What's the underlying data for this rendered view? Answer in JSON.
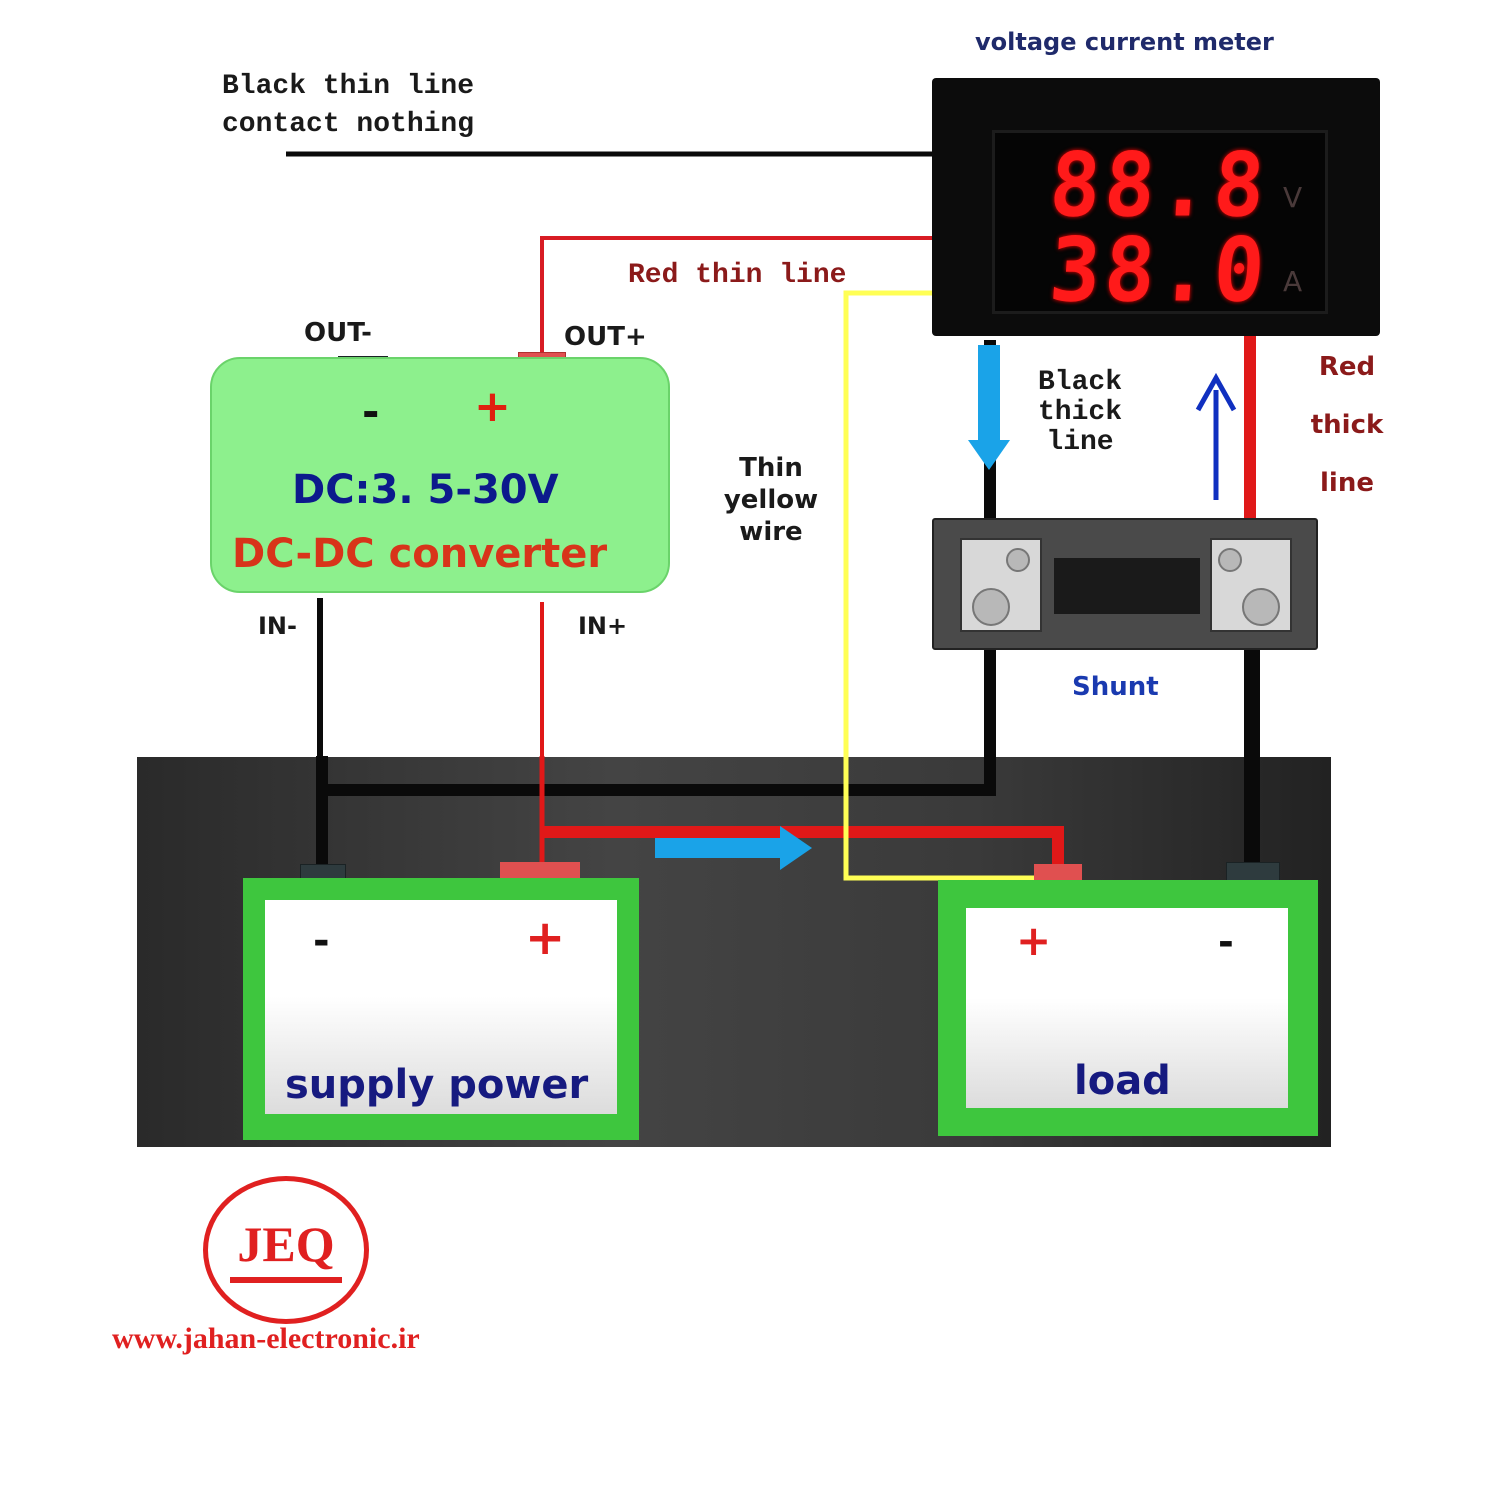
{
  "diagram": {
    "title": "voltage  current meter",
    "meter": {
      "top_reading": "88.8",
      "bottom_reading": "38.0",
      "top_unit": "V",
      "bottom_unit": "A",
      "display_color": "#ff1a1a"
    },
    "labels": {
      "black_thin_line_1": "Black thin line",
      "black_thin_line_2": "contact nothing",
      "red_thin_line": "Red thin line",
      "thin_yellow_wire_1": "Thin",
      "thin_yellow_wire_2": "yellow",
      "thin_yellow_wire_3": "wire",
      "black_thick_line_1": "Black",
      "black_thick_line_2": "thick",
      "black_thick_line_3": "line",
      "red_thick_line_1": "Red",
      "red_thick_line_2": "thick",
      "red_thick_line_3": "line",
      "shunt": "Shunt"
    },
    "converter": {
      "out_minus": "OUT-",
      "out_plus": "OUT+",
      "in_minus": "IN-",
      "in_plus": "IN+",
      "minus_sign": "-",
      "plus_sign": "+",
      "voltage_range": "DC:3. 5-30V",
      "name": "DC-DC converter",
      "fill_color": "#8df08d"
    },
    "supply": {
      "label": "supply power",
      "minus_sign": "-",
      "plus_sign": "+"
    },
    "load": {
      "label": "load",
      "minus_sign": "-",
      "plus_sign": "+"
    },
    "colors": {
      "red_wire": "#e01818",
      "black_wire": "#0a0a0a",
      "yellow_wire": "#ffff55",
      "arrow_blue": "#1aa3e8",
      "arrow_navy": "#1030c0",
      "battery_green": "#3ec63e"
    }
  },
  "branding": {
    "logo_text": "JEQ",
    "website": "www.jahan-electronic.ir",
    "brand_color": "#e02020"
  }
}
